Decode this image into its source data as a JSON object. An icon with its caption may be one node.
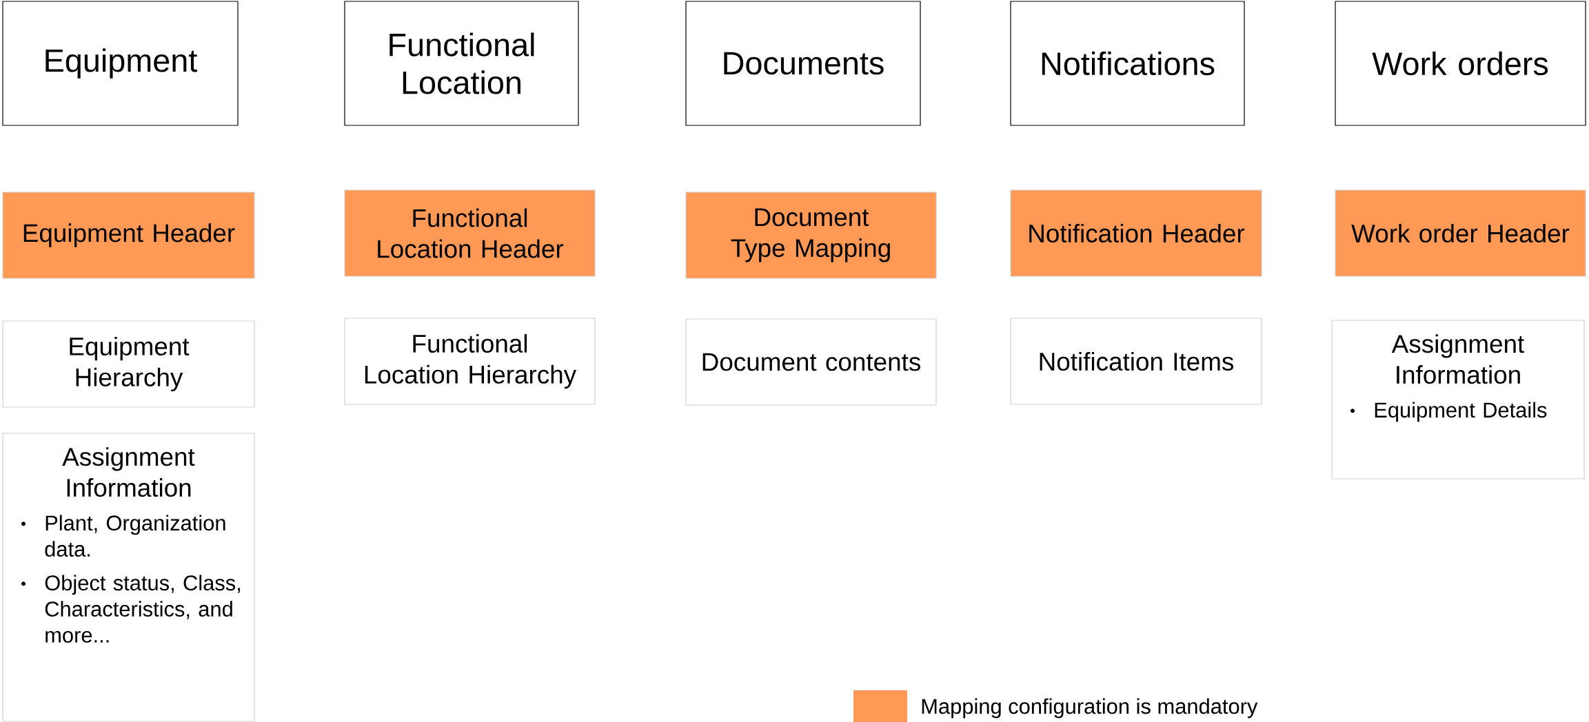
{
  "diagram": {
    "nodes": [
      {
        "text": [
          "Equipment"
        ]
      },
      {
        "text": [
          "Functional Location"
        ]
      },
      {
        "text": [
          "Documents"
        ]
      },
      {
        "text": [
          "Notifications"
        ]
      },
      {
        "text": [
          "Work orders"
        ]
      },
      {
        "text": [
          "Equipment Header"
        ]
      },
      {
        "text": [
          "Functional Location Header"
        ]
      },
      {
        "text": [
          "Document Type Mapping"
        ]
      },
      {
        "text": [
          "Notification Header"
        ]
      },
      {
        "text": [
          "Work order Header"
        ]
      },
      {
        "text": [
          "Equipment Hierarchy"
        ]
      },
      {
        "text": [
          "Functional Location Hierarchy"
        ]
      },
      {
        "text": [
          "Document contents"
        ]
      },
      {
        "text": [
          "Notification Items"
        ]
      },
      {
        "text": [
          "Assignment Information",
          "Equipment Details"
        ]
      },
      {
        "text": [
          "Assignment Information",
          "Plant, Organization data.",
          "Object status, Class, Characteristics, and more..."
        ]
      }
    ],
    "legend": [
      {
        "text": "Mapping configuration is mandatory",
        "color": "#ff9955"
      }
    ]
  }
}
